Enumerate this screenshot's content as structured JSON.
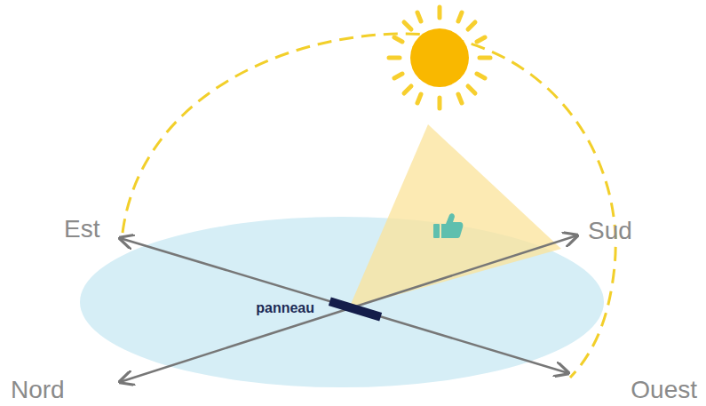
{
  "diagram": {
    "labels": [
      "Est",
      "Sud",
      "Nord",
      "Ouest",
      "panneau"
    ]
  }
}
